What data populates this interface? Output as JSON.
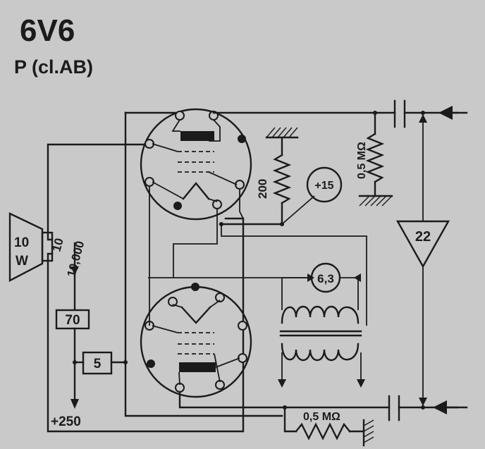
{
  "header": {
    "tube_type": "6V6",
    "mode": "P (cl.AB)"
  },
  "speaker": {
    "power": "10",
    "power_unit": "W",
    "impedance_a": "10",
    "impedance_b": "10,000"
  },
  "components": {
    "cathode_resistor": "200",
    "cathode_voltage": "+15",
    "grid_resistor_top": "0,5 MΩ",
    "grid_resistor_bottom": "0,5 MΩ",
    "filament_voltage": "6,3",
    "plate_current": "70",
    "screen_current": "5",
    "supply_voltage": "+250",
    "input_amplitude": "22"
  },
  "colors": {
    "ink": "#1b1b1b",
    "paper": "#c9c9c9"
  }
}
